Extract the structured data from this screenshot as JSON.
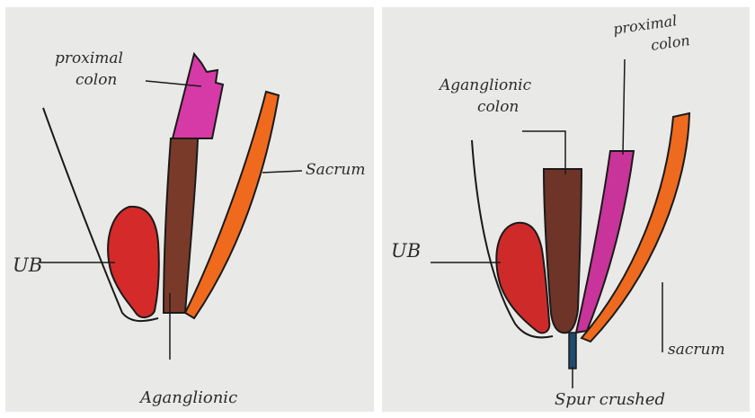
{
  "left_panel": {
    "labels": {
      "proximal_colon_1": "proximal",
      "proximal_colon_2": "colon",
      "sacrum": "Sacrum",
      "ub": "UB",
      "aganglionic": "Aganglionic"
    },
    "colors": {
      "bladder": "#d42a2a",
      "proximal": "#d63aa6",
      "aganglionic": "#7a3a2a",
      "sacrum": "#f06a1e",
      "outline": "#1a1a1a"
    }
  },
  "right_panel": {
    "labels": {
      "proximal_colon_1": "proximal",
      "proximal_colon_2": "colon",
      "aganglionic_colon_1": "Aganglionic",
      "aganglionic_colon_2": "colon",
      "ub": "UB",
      "sacrum": "sacrum",
      "spur_crushed": "Spur crushed"
    },
    "colors": {
      "bladder": "#cf2a2a",
      "proximal": "#c8349a",
      "aganglionic": "#6e3428",
      "sacrum": "#ee6a1e",
      "spur": "#1d4a6e",
      "outline": "#1a1a1a"
    }
  }
}
